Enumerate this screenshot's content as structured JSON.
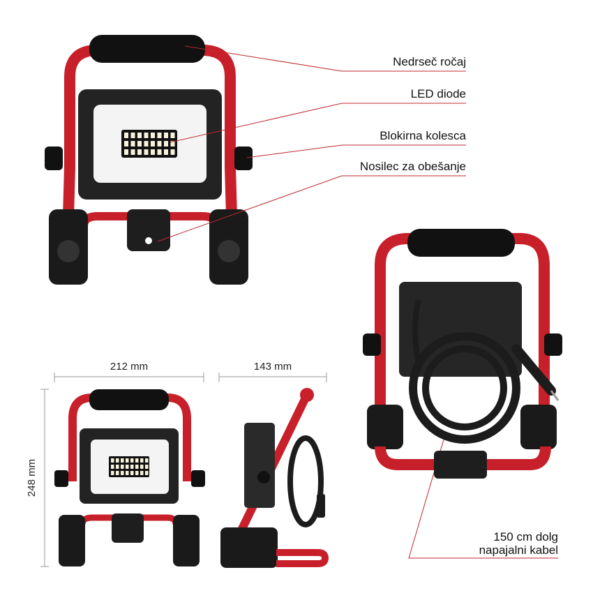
{
  "callouts": {
    "handle": "Nedrseč ročaj",
    "led": "LED diode",
    "lock_wheels": "Blokirna kolesca",
    "hanger": "Nosilec za obešanje",
    "cable_line1": "150 cm dolg",
    "cable_line2": "napajalni kabel"
  },
  "dimensions": {
    "width": "212 mm",
    "depth": "143 mm",
    "height": "248 mm"
  },
  "colors": {
    "frame": "#c8202a",
    "grip": "#111111",
    "housing": "#232323",
    "leader": "#c0272d"
  }
}
